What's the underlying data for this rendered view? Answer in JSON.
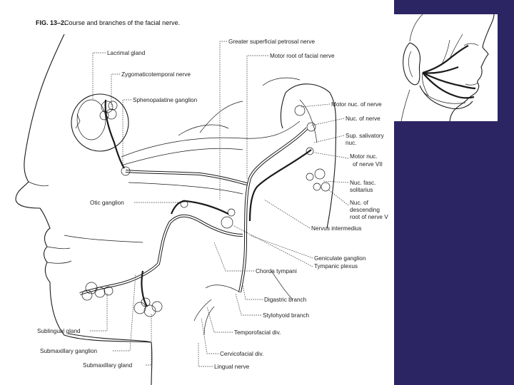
{
  "colors": {
    "panel": "#2b2563",
    "ink": "#1a1a1a",
    "paper": "#ffffff"
  },
  "figure": {
    "fig_number": "FIG. 13–2.",
    "caption": "Course and branches of the facial nerve.",
    "labels": {
      "lacrimal_gland": "Lacrimal gland",
      "zygomaticotemporal_nerve": "Zygomaticotemporal nerve",
      "sphenopalatine_ganglion": "Sphenopalatine ganglion",
      "otic_ganglion": "Otic ganglion",
      "sublingual_gland": "Sublingual gland",
      "submaxillary_ganglion": "Submaxillary ganglion",
      "submaxillary_gland": "Submaxillary gland",
      "greater_superficial_petrosal_nerve": "Greater superficial petrosal nerve",
      "motor_root_facial_nerve": "Motor root of facial nerve",
      "motor_nuc_nerve": "Motor nuc. of nerve",
      "nuc_of_nerve": "Nuc. of nerve",
      "sup_salivatory_nuc_1": "Sup. salivatory",
      "sup_salivatory_nuc_2": "nuc.",
      "motor_nuc_vii_1": "Motor nuc.",
      "motor_nuc_vii_2": "of nerve VII",
      "nuc_fasc_solitarius_1": "Nuc. fasc.",
      "nuc_fasc_solitarius_2": "solitarius",
      "nuc_descending_root_1": "Nuc. of",
      "nuc_descending_root_2": "descending",
      "nuc_descending_root_3": "root of nerve V",
      "nervus_intermedius": "Nervus intermedius",
      "geniculate_ganglion": "Geniculate ganglion",
      "tympanic_plexus": "Tympanic plexus",
      "chorda_tympani": "Chorda tympani",
      "digastric_branch": "Digastric branch",
      "stylohyoid_branch": "Stylohyoid branch",
      "temporofacial_div": "Temporofacial div.",
      "cervicofacial_div": "Cervicofacial div.",
      "lingual_nerve": "Lingual nerve"
    }
  }
}
